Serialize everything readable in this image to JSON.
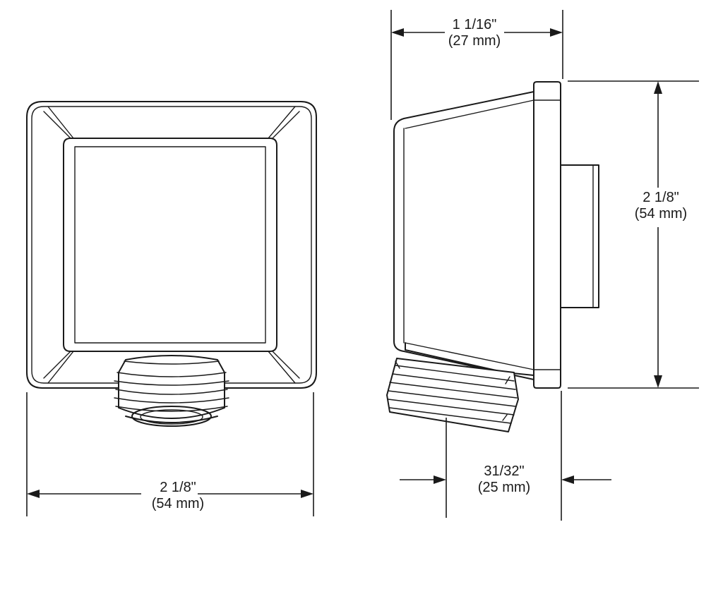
{
  "dimensions": {
    "front_width": {
      "imperial": "2 1/8\"",
      "metric": "(54 mm)"
    },
    "side_depth": {
      "imperial": "1 1/16\"",
      "metric": "(27 mm)"
    },
    "side_height": {
      "imperial": "2 1/8\"",
      "metric": "(54 mm)"
    },
    "thread_length": {
      "imperial": "31/32\"",
      "metric": "(25 mm)"
    }
  }
}
